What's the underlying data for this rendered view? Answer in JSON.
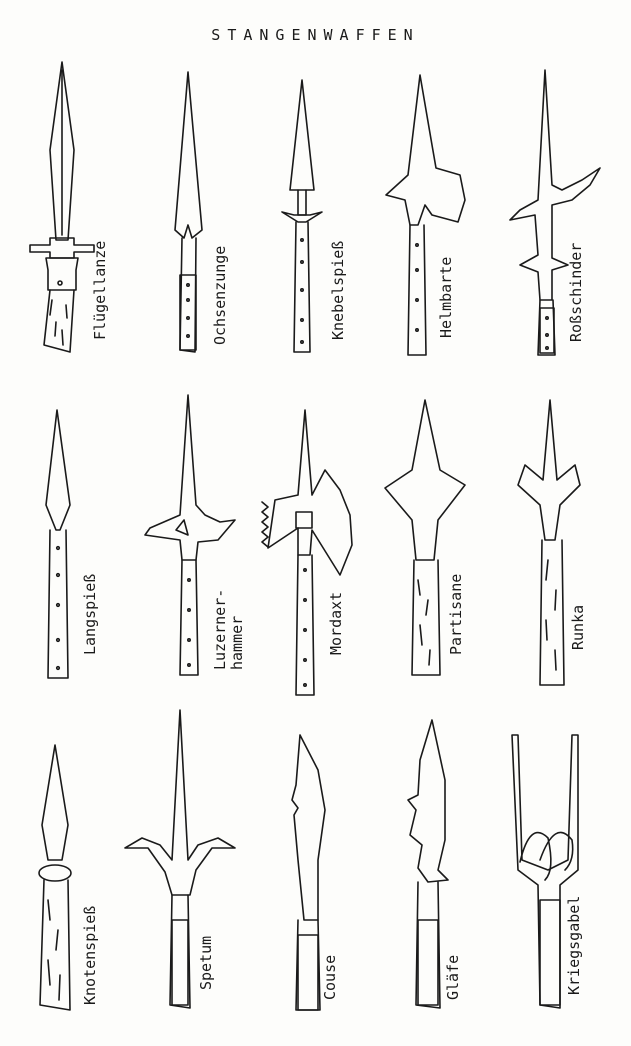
{
  "title": "STANGENWAFFEN",
  "weapons": [
    {
      "label": "Flügellanze",
      "head": "winged-lance"
    },
    {
      "label": "Ochsenzunge",
      "head": "ox-tongue"
    },
    {
      "label": "Knebelspieß",
      "head": "toggle-spear"
    },
    {
      "label": "Helmbarte",
      "head": "halberd"
    },
    {
      "label": "Roßschinder",
      "head": "horse-flayer"
    },
    {
      "label": "Langspieß",
      "head": "long-spear"
    },
    {
      "label": "Luzerner-",
      "label2": "hammer",
      "head": "lucerne-hammer"
    },
    {
      "label": "Mordaxt",
      "head": "poleaxe"
    },
    {
      "label": "Partisane",
      "head": "partisan"
    },
    {
      "label": "Runka",
      "head": "ranseur"
    },
    {
      "label": "Knotenspieß",
      "head": "knotted-spear"
    },
    {
      "label": "Spetum",
      "head": "spetum"
    },
    {
      "label": "Couse",
      "head": "couse"
    },
    {
      "label": "Gläfe",
      "head": "glaive"
    },
    {
      "label": "Kriegsgabel",
      "head": "war-fork"
    }
  ]
}
